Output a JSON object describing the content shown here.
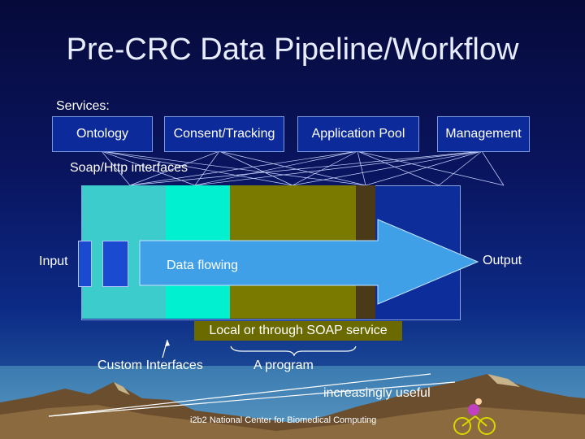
{
  "title": "Pre-CRC Data Pipeline/Workflow",
  "services_label": "Services:",
  "services": [
    {
      "label": "Ontology"
    },
    {
      "label": "Consent/Tracking"
    },
    {
      "label": "Application Pool"
    },
    {
      "label": "Management"
    }
  ],
  "soap_http": "Soap/Http interfaces",
  "input_label": "Input",
  "output_label": "Output",
  "data_flowing": "Data flowing",
  "local_soap": "Local or through SOAP service",
  "custom_interfaces": "Custom Interfaces",
  "a_program": "A program",
  "increasingly_useful": "increasingly useful",
  "footer": "i2b2 National Center for Biomedical Computing",
  "colors": {
    "band_cyan": "#3ccccc",
    "band_mint": "#00f0d0",
    "band_olive": "#7a7a00",
    "band_brown": "#4a3a18",
    "arrow": "#3fa0e8",
    "soap_box": "#6a6a00"
  }
}
